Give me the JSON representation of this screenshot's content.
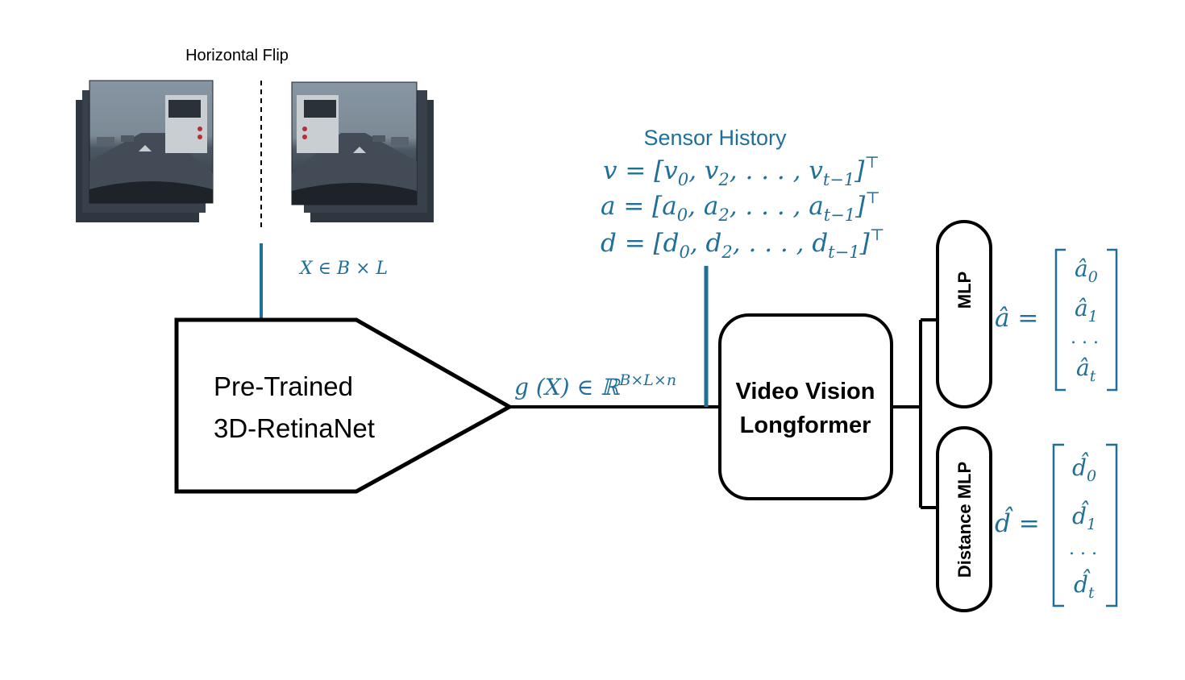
{
  "flip_label": "Horizontal Flip",
  "input_label": "X ∈ B × L",
  "backbone": {
    "line1": "Pre-Trained",
    "line2": "3D-RetinaNet"
  },
  "feature_label": {
    "base": "g (X) ∈ ℝ",
    "sup": "B×L×n"
  },
  "sensor": {
    "title": "Sensor History",
    "rows": [
      {
        "lhs": "v = [v",
        "terms": [
          "0",
          "2"
        ],
        "mid": ", . . . , v",
        "last": "t−1",
        "tail": "]",
        "T": "⊤",
        "s1": ", v"
      },
      {
        "lhs": "a = [a",
        "terms": [
          "0",
          "2"
        ],
        "mid": ", . . . , a",
        "last": "t−1",
        "tail": "]",
        "T": "⊤",
        "s1": ", a"
      },
      {
        "lhs": "d = [d",
        "terms": [
          "0",
          "2"
        ],
        "mid": ", . . . , d",
        "last": "t−1",
        "tail": "]",
        "T": "⊤",
        "s1": ", d"
      }
    ]
  },
  "longformer": {
    "line1": "Video Vision",
    "line2": "Longformer"
  },
  "mlp_label": "MLP",
  "dist_mlp_label": "Distance MLP",
  "out_a": {
    "lhs": "â =",
    "entries": [
      "â",
      "â",
      ". . .",
      "â"
    ],
    "subs": [
      "0",
      "1",
      "",
      "t"
    ]
  },
  "out_d": {
    "lhs": "d̂ =",
    "entries": [
      "d̂",
      "d̂",
      ". . .",
      "d̂"
    ],
    "subs": [
      "0",
      "1",
      "",
      "t"
    ]
  },
  "colors": {
    "accent": "#1f6f99",
    "ink": "#000000",
    "sky": "#6f7f8d",
    "road": "#3a4450"
  }
}
